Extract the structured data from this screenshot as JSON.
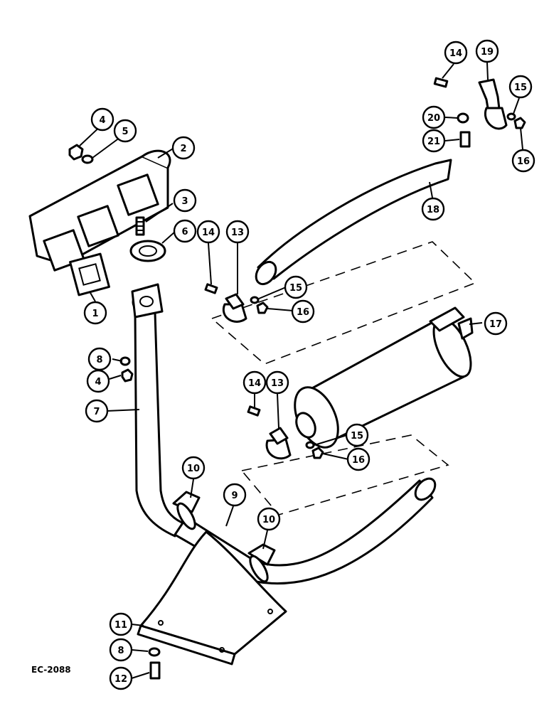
{
  "drawing_code": "EC-2088",
  "callouts": [
    {
      "id": "c1",
      "label": "1"
    },
    {
      "id": "c2",
      "label": "2"
    },
    {
      "id": "c3",
      "label": "3"
    },
    {
      "id": "c4a",
      "label": "4"
    },
    {
      "id": "c4b",
      "label": "4"
    },
    {
      "id": "c5",
      "label": "5"
    },
    {
      "id": "c6",
      "label": "6"
    },
    {
      "id": "c7",
      "label": "7"
    },
    {
      "id": "c8a",
      "label": "8"
    },
    {
      "id": "c8b",
      "label": "8"
    },
    {
      "id": "c9",
      "label": "9"
    },
    {
      "id": "c10a",
      "label": "10"
    },
    {
      "id": "c10b",
      "label": "10"
    },
    {
      "id": "c11",
      "label": "11"
    },
    {
      "id": "c12",
      "label": "12"
    },
    {
      "id": "c13a",
      "label": "13"
    },
    {
      "id": "c13b",
      "label": "13"
    },
    {
      "id": "c14a",
      "label": "14"
    },
    {
      "id": "c14b",
      "label": "14"
    },
    {
      "id": "c14c",
      "label": "14"
    },
    {
      "id": "c15a",
      "label": "15"
    },
    {
      "id": "c15b",
      "label": "15"
    },
    {
      "id": "c15c",
      "label": "15"
    },
    {
      "id": "c16a",
      "label": "16"
    },
    {
      "id": "c16b",
      "label": "16"
    },
    {
      "id": "c16c",
      "label": "16"
    },
    {
      "id": "c17",
      "label": "17"
    },
    {
      "id": "c18",
      "label": "18"
    },
    {
      "id": "c19",
      "label": "19"
    },
    {
      "id": "c20",
      "label": "20"
    },
    {
      "id": "c21",
      "label": "21"
    }
  ]
}
